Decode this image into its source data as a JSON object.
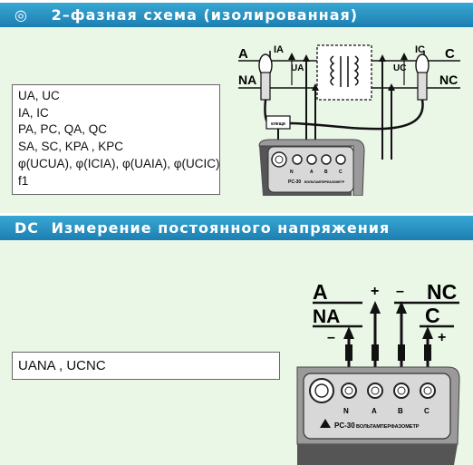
{
  "section1": {
    "symbol": "◎",
    "title": "2–фазная схема (изолированная)",
    "params": [
      "UA, UC",
      "IA, IC",
      "PA, PC, QA, QC",
      "SA, SC, KPA , KPC",
      "φ(UCUA), φ(ICIA), φ(UAIA), φ(UCIC)",
      "f1"
    ],
    "diagram": {
      "label_a": "A",
      "label_na": "NA",
      "label_c": "C",
      "label_nc": "NC",
      "label_ia": "IA",
      "label_ic": "IC",
      "label_ua": "UA",
      "label_uc": "UC",
      "device_model": "PC-30",
      "device_caption": "ВОЛЬТАМПЕРФАЗОМЕТР",
      "clamp_label": "клещи",
      "jack_labels": [
        "N",
        "A",
        "B",
        "C"
      ]
    }
  },
  "section2": {
    "symbol": "DC",
    "title": "Измерение постоянного напряжения",
    "params": "UANA , UCNC",
    "diagram": {
      "label_a": "A",
      "label_na": "NA",
      "label_c": "C",
      "label_nc": "NC",
      "minus": "–",
      "plus": "+",
      "device_model": "PC-30",
      "device_caption": "ВОЛЬТАМПЕРФАЗОМЕТР",
      "jack_labels": [
        "N",
        "A",
        "B",
        "C"
      ]
    }
  },
  "colors": {
    "header": "#2a93c6",
    "panel": "#eaf6e6",
    "device": "#9a9a9a",
    "ink": "#111111"
  }
}
